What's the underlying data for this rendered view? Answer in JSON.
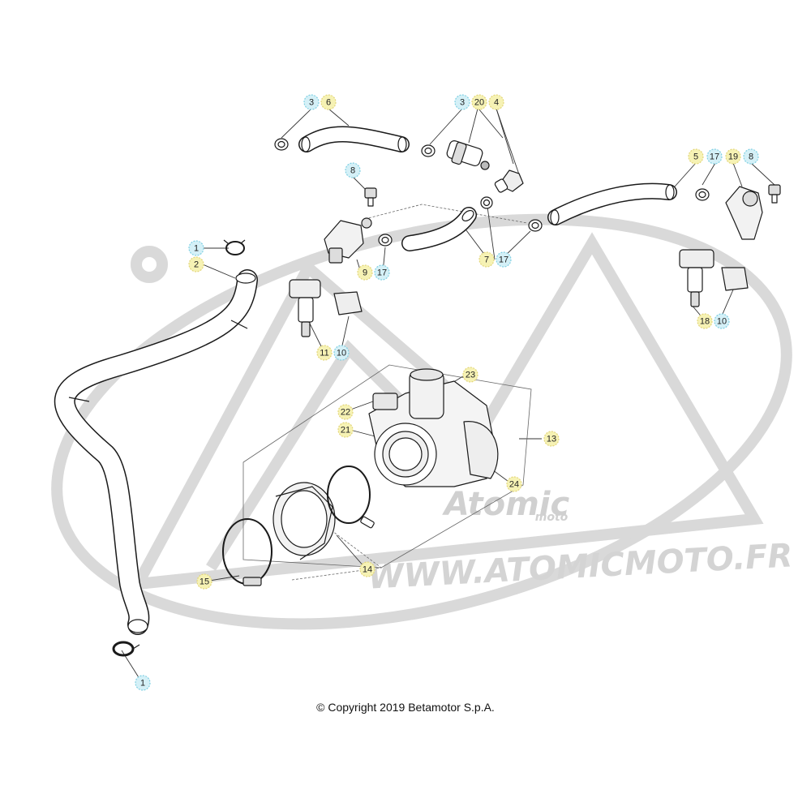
{
  "diagram": {
    "copyright": "© Copyright 2019 Betamotor S.p.A.",
    "watermark": {
      "brand_line1": "Atomic",
      "brand_line2": "moto",
      "url": "WWW.ATOMICMOTO.FR"
    },
    "colors": {
      "callout_yellow": "#f6f2b4",
      "callout_blue": "#d4f0f7",
      "ring_yellow": "#e3d67a",
      "ring_blue": "#7fd0e3",
      "part_stroke": "#1a1a1a",
      "watermark_gray": "#d9d9d9"
    },
    "callouts": [
      {
        "id": "c-3a",
        "label": "3",
        "style": "blue"
      },
      {
        "id": "c-6",
        "label": "6",
        "style": "yellow"
      },
      {
        "id": "c-3b",
        "label": "3",
        "style": "blue"
      },
      {
        "id": "c-20",
        "label": "20",
        "style": "yellow"
      },
      {
        "id": "c-4",
        "label": "4",
        "style": "yellow"
      },
      {
        "id": "c-5",
        "label": "5",
        "style": "yellow"
      },
      {
        "id": "c-17a",
        "label": "17",
        "style": "blue"
      },
      {
        "id": "c-19",
        "label": "19",
        "style": "yellow"
      },
      {
        "id": "c-8a",
        "label": "8",
        "style": "blue"
      },
      {
        "id": "c-8b",
        "label": "8",
        "style": "blue"
      },
      {
        "id": "c-1a",
        "label": "1",
        "style": "blue"
      },
      {
        "id": "c-2",
        "label": "2",
        "style": "yellow"
      },
      {
        "id": "c-9",
        "label": "9",
        "style": "yellow"
      },
      {
        "id": "c-17b",
        "label": "17",
        "style": "blue"
      },
      {
        "id": "c-7",
        "label": "7",
        "style": "yellow"
      },
      {
        "id": "c-17c",
        "label": "17",
        "style": "blue"
      },
      {
        "id": "c-11",
        "label": "11",
        "style": "yellow"
      },
      {
        "id": "c-10a",
        "label": "10",
        "style": "blue"
      },
      {
        "id": "c-18",
        "label": "18",
        "style": "yellow"
      },
      {
        "id": "c-10b",
        "label": "10",
        "style": "blue"
      },
      {
        "id": "c-23",
        "label": "23",
        "style": "yellow"
      },
      {
        "id": "c-22",
        "label": "22",
        "style": "yellow"
      },
      {
        "id": "c-21",
        "label": "21",
        "style": "yellow"
      },
      {
        "id": "c-13",
        "label": "13",
        "style": "yellow"
      },
      {
        "id": "c-24",
        "label": "24",
        "style": "yellow"
      },
      {
        "id": "c-14",
        "label": "14",
        "style": "yellow"
      },
      {
        "id": "c-15",
        "label": "15",
        "style": "yellow"
      },
      {
        "id": "c-1b",
        "label": "1",
        "style": "blue"
      }
    ]
  }
}
